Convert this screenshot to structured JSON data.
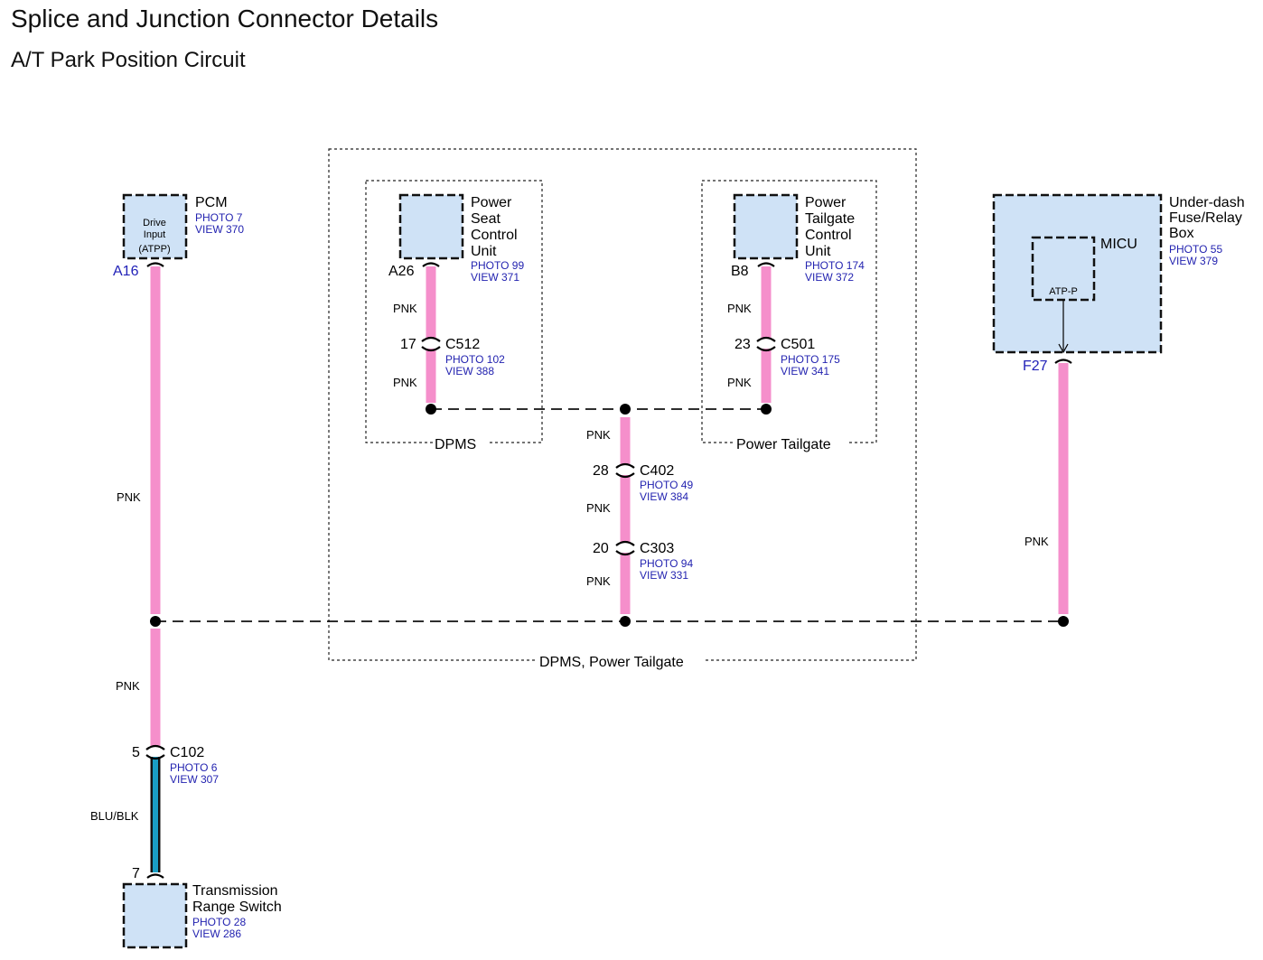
{
  "title": "Splice and Junction Connector Details",
  "subtitle": "A/T Park Position Circuit",
  "components": {
    "pcm": {
      "name": "PCM",
      "photo": "PHOTO 7",
      "view": "VIEW 370",
      "inner_line1": "Drive",
      "inner_line2": "Input",
      "inner_line3": "(ATPP)",
      "pin": "A16"
    },
    "power_seat": {
      "line1": "Power",
      "line2": "Seat",
      "line3": "Control",
      "line4": "Unit",
      "photo": "PHOTO 99",
      "view": "VIEW 371",
      "pin": "A26"
    },
    "power_tailgate": {
      "line1": "Power",
      "line2": "Tailgate",
      "line3": "Control",
      "line4": "Unit",
      "photo": "PHOTO 174",
      "view": "VIEW 372",
      "pin": "B8"
    },
    "fuse_box": {
      "line1": "Under-dash",
      "line2": "Fuse/Relay",
      "line3": "Box",
      "photo": "PHOTO 55",
      "view": "VIEW 379",
      "inner": "MICU",
      "inner_pin": "ATP-P",
      "pin": "F27"
    },
    "trs": {
      "line1": "Transmission",
      "line2": "Range Switch",
      "photo": "PHOTO 28",
      "view": "VIEW 286"
    }
  },
  "connectors": {
    "c512": {
      "name": "C512",
      "pin": "17",
      "photo": "PHOTO 102",
      "view": "VIEW 388"
    },
    "c501": {
      "name": "C501",
      "pin": "23",
      "photo": "PHOTO 175",
      "view": "VIEW 341"
    },
    "c402": {
      "name": "C402",
      "pin": "28",
      "photo": "PHOTO 49",
      "view": "VIEW 384"
    },
    "c303": {
      "name": "C303",
      "pin": "20",
      "photo": "PHOTO 94",
      "view": "VIEW 331"
    },
    "c102": {
      "name": "C102",
      "pin_top": "5",
      "pin_bottom": "7",
      "photo": "PHOTO 6",
      "view": "VIEW 307"
    }
  },
  "wires": {
    "pnk": "PNK",
    "blu_blk": "BLU/BLK"
  },
  "groups": {
    "dpms": "DPMS",
    "tailgate": "Power Tailgate",
    "outer": "DPMS, Power Tailgate"
  },
  "colors": {
    "pink_wire": "#f58fcb",
    "blue_wire": "#1a9ec4",
    "box_fill": "#cfe2f6"
  }
}
